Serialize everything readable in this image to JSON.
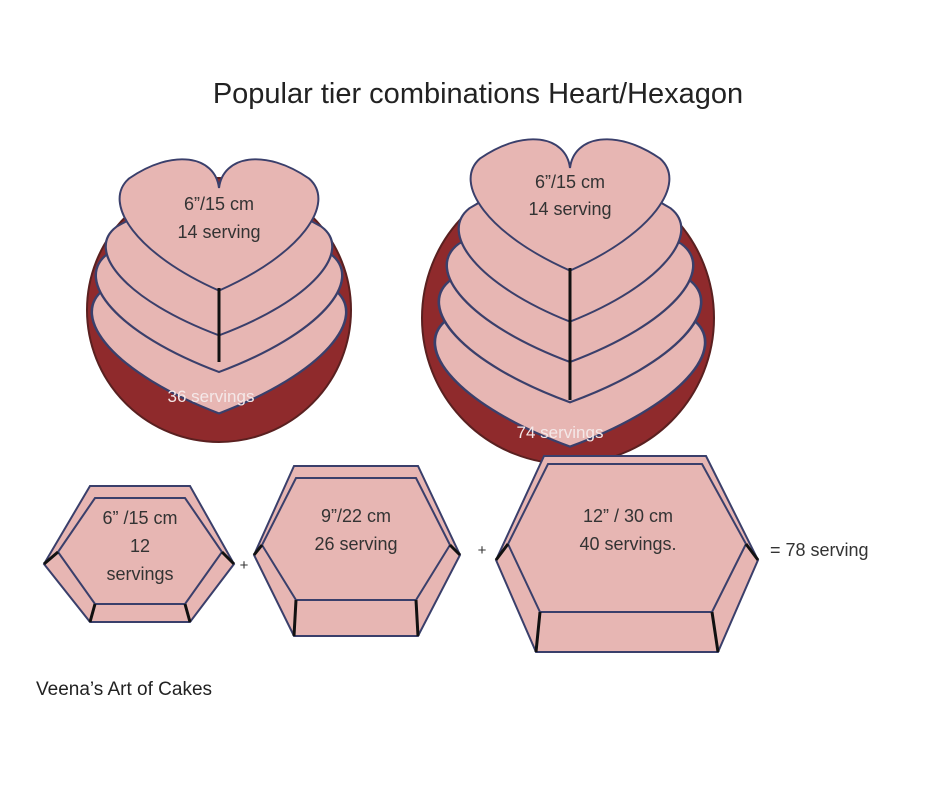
{
  "title": "Popular tier combinations Heart/Hexagon",
  "hearts": [
    {
      "tier_size": "6”/15 cm",
      "tier_serving": "14 serving",
      "total": "36 servings"
    },
    {
      "tier_size": "6”/15 cm",
      "tier_serving": "14 serving",
      "total": "74 servings"
    }
  ],
  "hexagons": [
    {
      "size": "6” /15 cm",
      "serving_lines": [
        "12",
        "servings"
      ]
    },
    {
      "size": "9”/22 cm",
      "serving_lines": [
        "26 serving"
      ]
    },
    {
      "size": "12” / 30 cm",
      "serving_lines": [
        "40 servings."
      ]
    }
  ],
  "plus_sign": "+",
  "hex_total": "= 78 serving",
  "credit": "Veena’s Art of Cakes",
  "colors": {
    "cake": "#e7b6b3",
    "board": "#8f2a2c",
    "outline": "#3a3f6b"
  }
}
